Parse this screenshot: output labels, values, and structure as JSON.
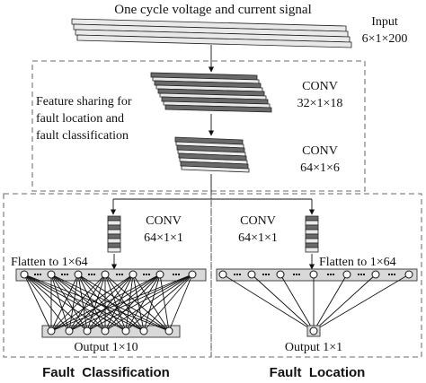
{
  "input": {
    "title": "One cycle voltage and current signal",
    "label": "Input",
    "shape": "6×1×200"
  },
  "shared": {
    "caption": [
      "Feature sharing for",
      "fault location and",
      "fault classification"
    ],
    "conv1": {
      "label": "CONV",
      "shape": "32×1×18"
    },
    "conv2": {
      "label": "CONV",
      "shape": "64×1×6"
    }
  },
  "classification": {
    "conv": {
      "label": "CONV",
      "shape": "64×1×1"
    },
    "flatten": "Flatten to 1×64",
    "output": "Output 1×10",
    "heading": "Fault  Classification"
  },
  "location": {
    "conv": {
      "label": "CONV",
      "shape": "64×1×1"
    },
    "flatten": "Flatten to 1×64",
    "output": "Output 1×1",
    "heading": "Fault  Location"
  },
  "colors": {
    "dashed_border": "#888888",
    "layer_fill": "#d9d9d9",
    "ink": "#111111"
  }
}
